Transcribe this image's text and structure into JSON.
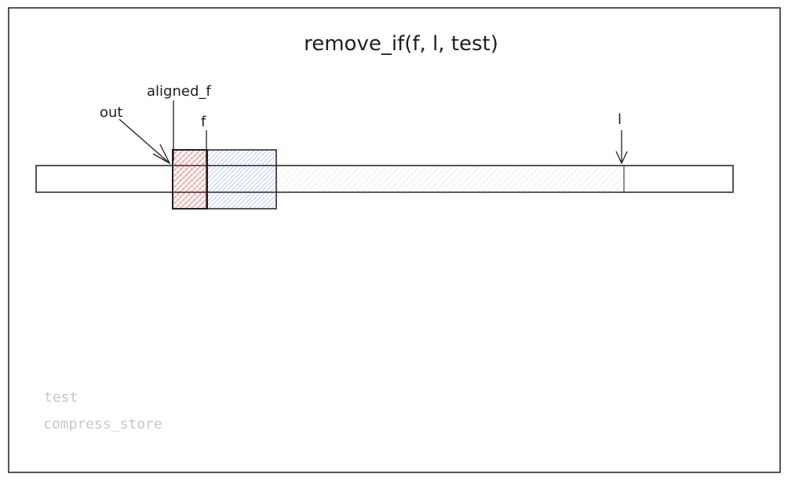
{
  "title": "remove_if(f, l, test)",
  "labels": {
    "out": "out",
    "aligned_f": "aligned_f",
    "f": "f",
    "l": "l"
  },
  "legend": {
    "line1": "test",
    "line2": "compress_store"
  },
  "colors": {
    "stroke": "#1e1e1e",
    "red_fill": "#e03131",
    "blue_fill": "#4c6ef5",
    "gray_fill": "#c9c9c9",
    "legend_text": "#c7c7c7"
  }
}
